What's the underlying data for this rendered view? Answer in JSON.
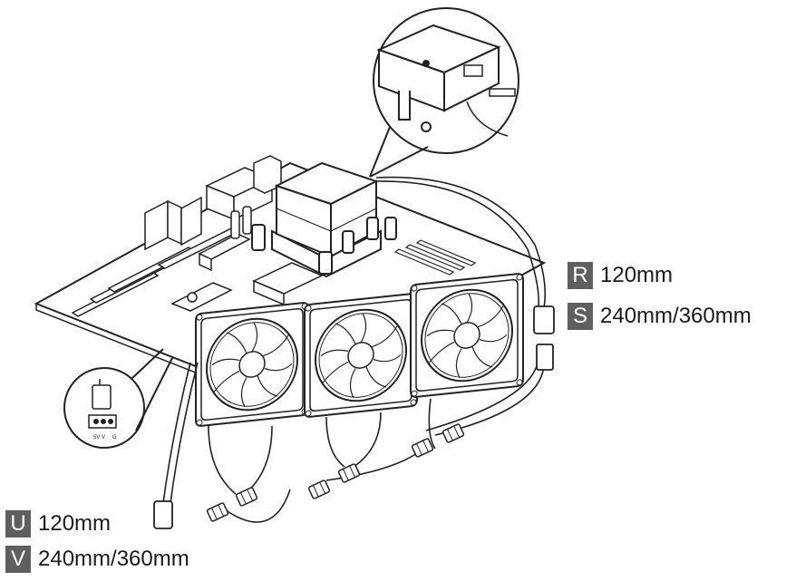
{
  "labels": {
    "R": {
      "letter": "R",
      "text": "120mm"
    },
    "S": {
      "letter": "S",
      "text": "240mm/360mm"
    },
    "U": {
      "letter": "U",
      "text": "120mm"
    },
    "V": {
      "letter": "V",
      "text": "240mm/360mm"
    }
  },
  "header_pins": {
    "p1": "5V",
    "p2": "V",
    "p3": "G"
  },
  "colors": {
    "line": "#222222",
    "badge": "#5f5f5f"
  }
}
